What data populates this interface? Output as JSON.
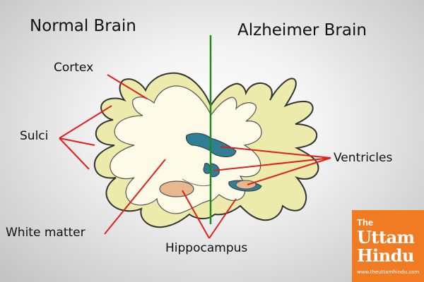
{
  "titles": {
    "normal": "Normal Brain",
    "alzheimer": "Alzheimer Brain"
  },
  "labels": {
    "cortex": "Cortex",
    "sulci": "Sulci",
    "white_matter": "White matter",
    "hippocampus": "Hippocampus",
    "ventricles": "Ventricles"
  },
  "logo": {
    "the": "The",
    "word1": "Uttam",
    "word2": "Hindu",
    "url": "www.theuttamhindu.com"
  },
  "colors": {
    "cortex_fill": "#ecebab",
    "cortex_outline": "#333333",
    "white_matter": "#fdfbe8",
    "ventricles": "#2f7e96",
    "hippocampus": "#e7b88d",
    "pointer_lines": "#e0201b",
    "divider": "#1f8a1f",
    "logo_bg": "#f07b22"
  }
}
